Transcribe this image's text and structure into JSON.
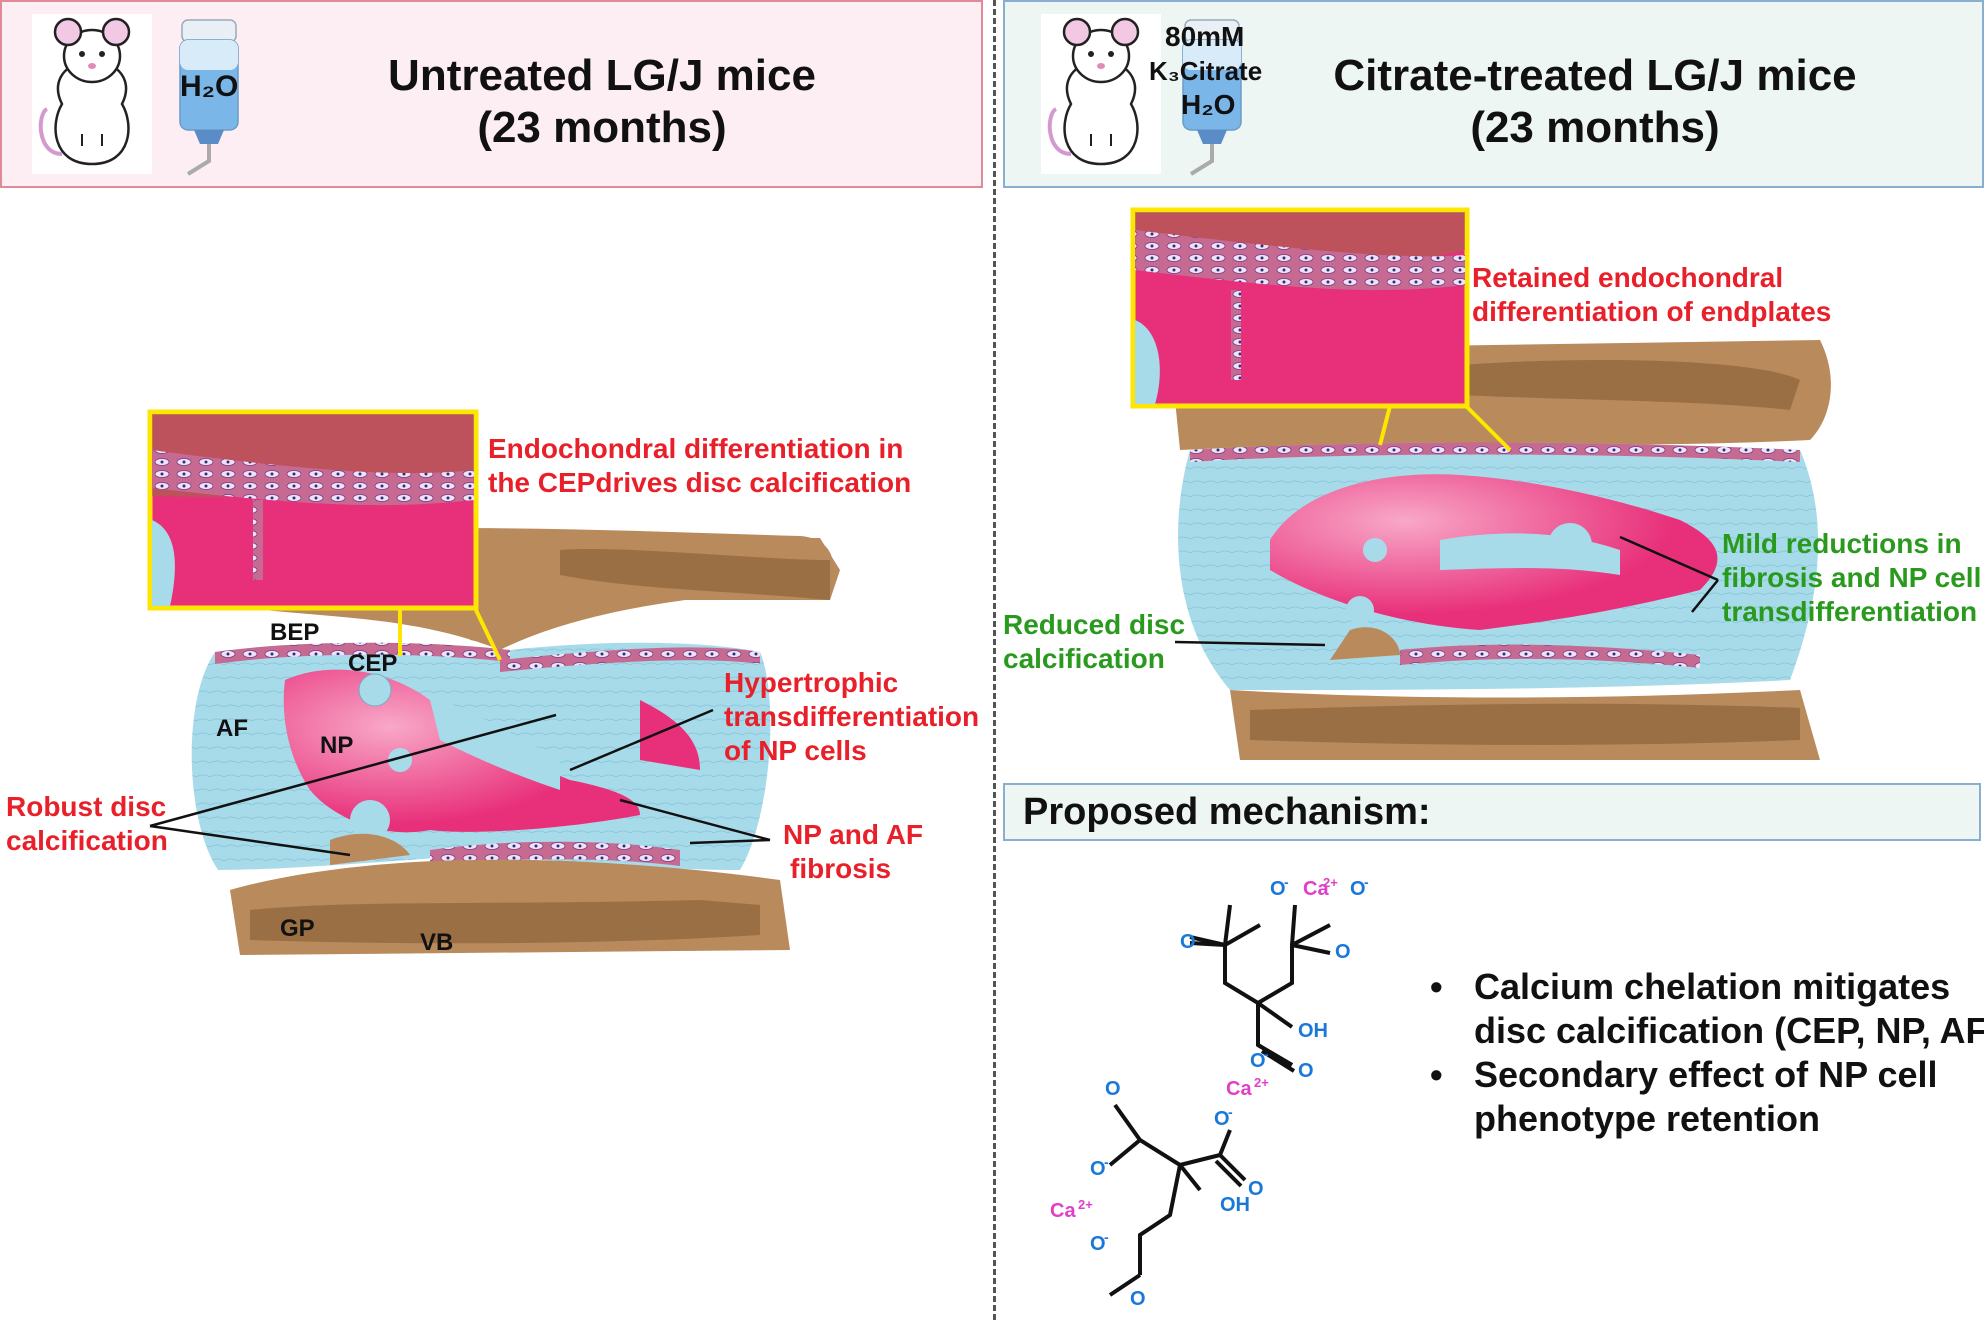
{
  "left_panel": {
    "title_line1": "Untreated LG/J mice",
    "title_line2": "(23 months)",
    "bottle_label": "H₂O",
    "annotations": {
      "endochondral": [
        "Endochondral differentiation in",
        "the CEPdrives disc calcification"
      ],
      "hypertrophic": [
        "Hypertrophic",
        "transdifferentiation",
        "of NP cells"
      ],
      "robust": [
        "Robust disc",
        "calcification"
      ],
      "fibrosis": [
        "NP and AF",
        "fibrosis"
      ]
    },
    "anatomy": {
      "bep": "BEP",
      "cep": "CEP",
      "af": "AF",
      "np": "NP",
      "gp": "GP",
      "vb": "VB"
    }
  },
  "right_panel": {
    "title_line1": "Citrate-treated LG/J mice",
    "title_line2": "(23 months)",
    "bottle_label": [
      "80mM",
      "K₃Citrate",
      "H₂O"
    ],
    "annotations": {
      "retained": [
        "Retained endochondral",
        "differentiation of endplates"
      ],
      "mild": [
        "Mild reductions in",
        "fibrosis and NP cell",
        "transdifferentiation"
      ],
      "reduced": [
        "Reduced disc",
        "calcification"
      ]
    }
  },
  "mechanism": {
    "title": "Proposed mechanism:",
    "bullets": [
      "Calcium chelation mitigates disc calcification (CEP, NP, AF)",
      "Secondary effect of NP cell phenotype retention"
    ],
    "chem_labels": {
      "ca": "Ca",
      "ca_charge": "2+",
      "o": "O",
      "o_minus": "O",
      "minus": "-",
      "oh": "OH"
    }
  },
  "colors": {
    "bone": "#b88a5c",
    "bone_dark": "#9b6f44",
    "np_pink": "#e8307a",
    "af_blue": "#a8dbea",
    "highlight": "#ffe600",
    "red_text": "#e8202a",
    "green_text": "#2a9a1e",
    "ca_pink": "#e040c8",
    "o_blue": "#1a78d8"
  }
}
